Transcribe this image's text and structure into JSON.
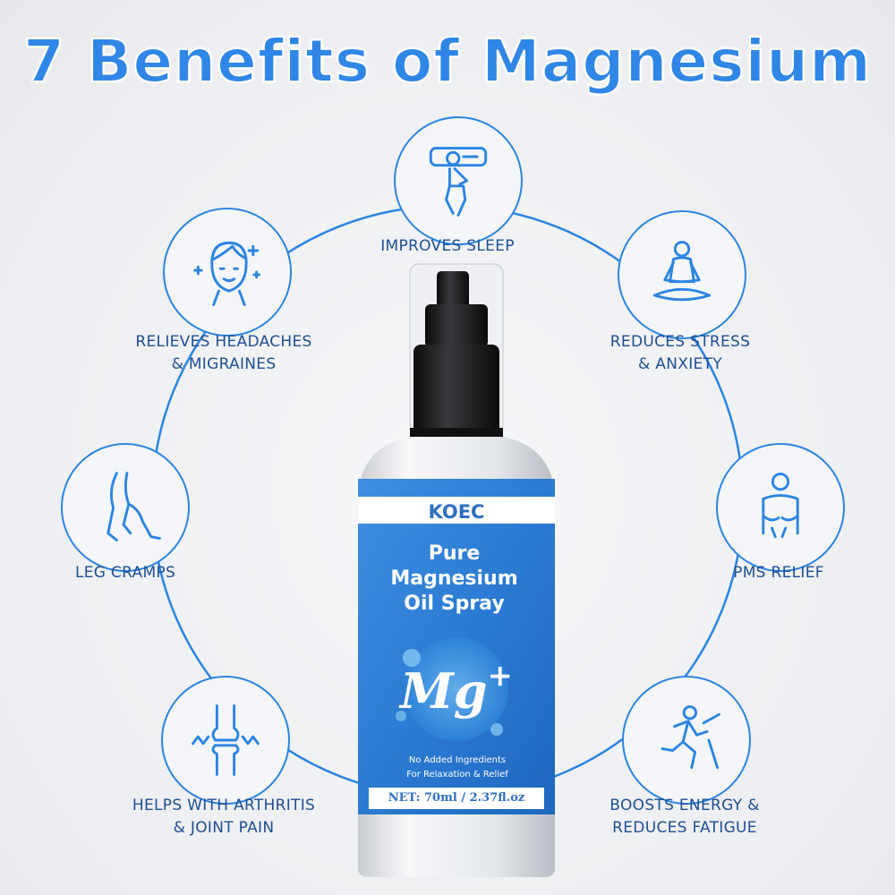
{
  "title": "7 Benefits of Magnesium",
  "benefits": {
    "sleep": {
      "line1": "IMPROVES SLEEP",
      "line2": "",
      "icon": "sleep-icon"
    },
    "stress": {
      "line1": "REDUCES STRESS",
      "line2": "& ANXIETY",
      "icon": "meditation-icon"
    },
    "pms": {
      "line1": "PMS RELIEF",
      "line2": "",
      "icon": "abdomen-icon"
    },
    "energy": {
      "line1": "BOOSTS ENERGY &",
      "line2": "REDUCES FATIGUE",
      "icon": "running-icon"
    },
    "arthritis": {
      "line1": "HELPS WITH ARTHRITIS",
      "line2": "& JOINT PAIN",
      "icon": "joint-icon"
    },
    "legs": {
      "line1": "LEG CRAMPS",
      "line2": "",
      "icon": "legs-icon"
    },
    "headache": {
      "line1": "RELIEVES HEADACHES",
      "line2": "& MIGRAINES",
      "icon": "face-icon"
    }
  },
  "product": {
    "brand": "KOEC",
    "name_line1": "Pure",
    "name_line2": "Magnesium",
    "name_line3": "Oil Spray",
    "symbol": "Mg",
    "symbol_sup": "+",
    "note_line1": "No Added Ingredients",
    "note_line2": "For Relaxation & Relief",
    "net": "NET: 70ml / 2.37fl.oz"
  },
  "colors": {
    "accent": "#2b84e3",
    "title": "#2f86e6",
    "label_text": "#1f4f93",
    "bottle_label": "#2f7fd6"
  }
}
